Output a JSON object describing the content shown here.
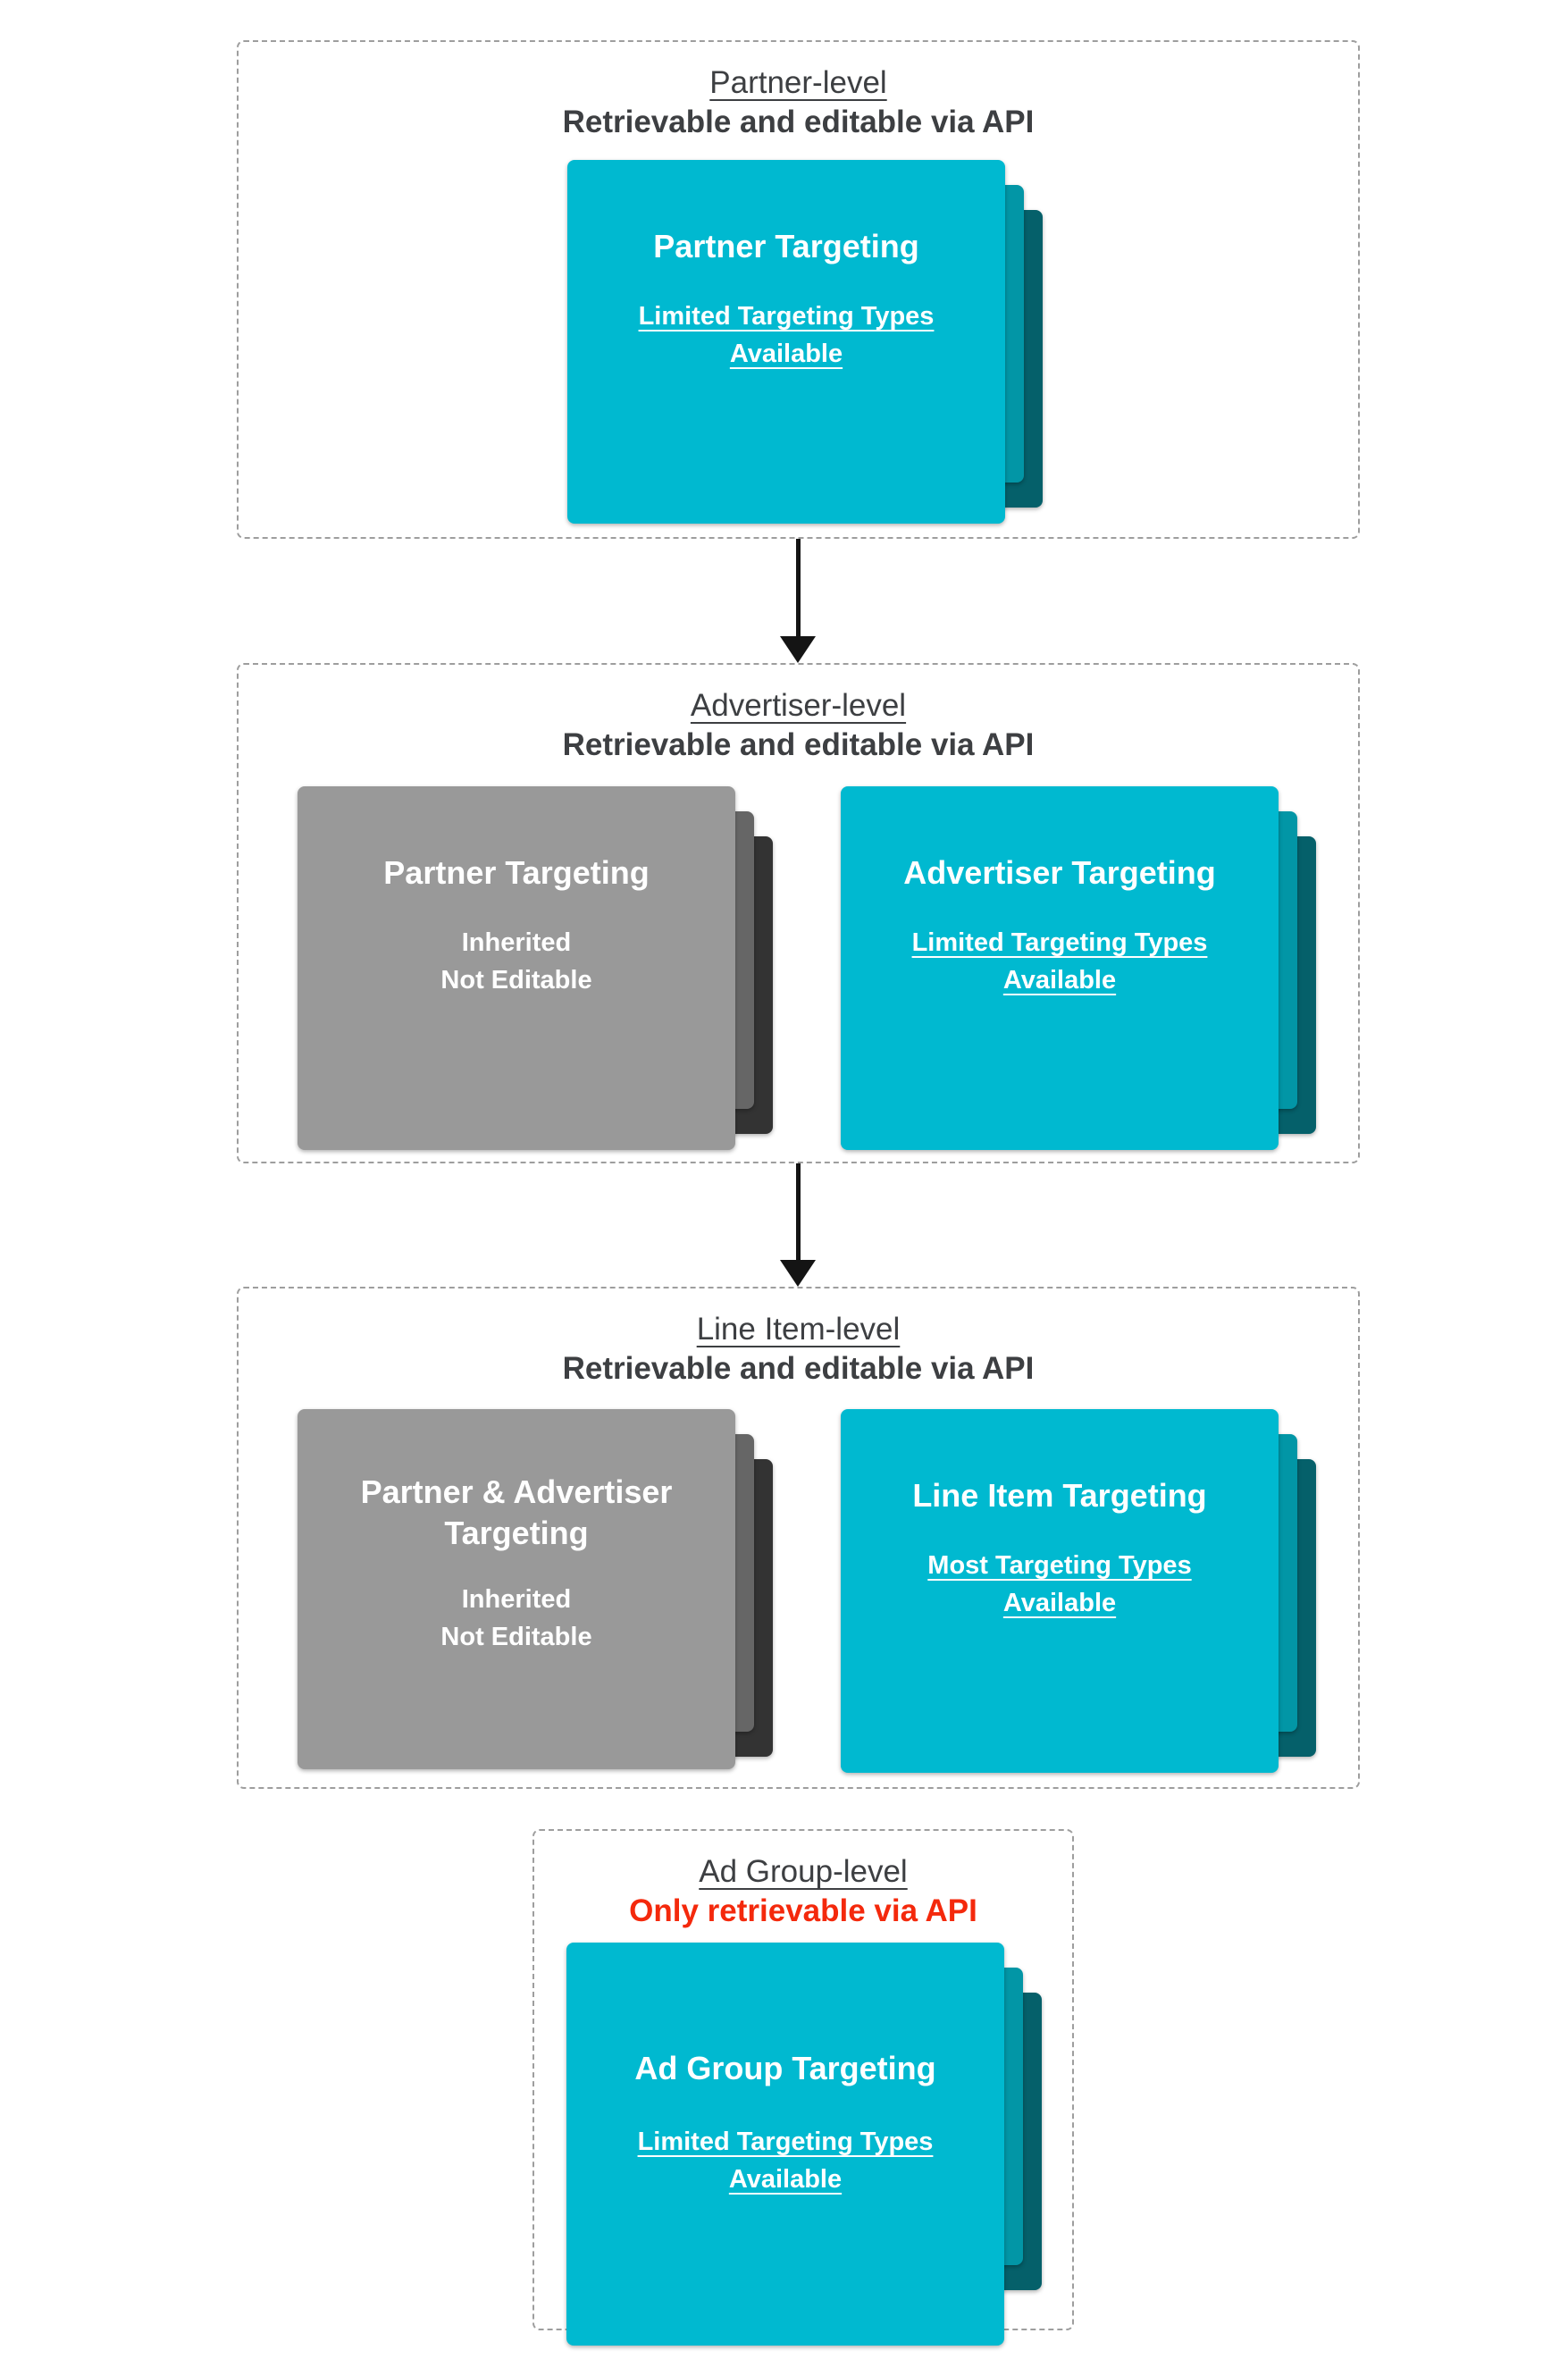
{
  "colors": {
    "teal-front": "#00b9d0",
    "teal-mid": "#0296a6",
    "teal-back": "#05606a",
    "gray-front": "#999999",
    "gray-mid": "#666666",
    "gray-back": "#333333",
    "red": "#f4290c",
    "heading": "#3d3f42",
    "dashed-border": "#9e9e9e"
  },
  "sections": [
    {
      "heading": "Partner-level",
      "subheading": "Retrievable and editable via API",
      "cards": [
        {
          "title": "Partner Targeting",
          "body": "Limited Targeting Types\nAvailable"
        }
      ]
    },
    {
      "heading": "Advertiser-level",
      "subheading": "Retrievable and editable via API",
      "cards": [
        {
          "title": "Partner Targeting",
          "body": "Inherited\nNot Editable"
        },
        {
          "title": "Advertiser Targeting",
          "body": "Limited Targeting Types\nAvailable"
        }
      ]
    },
    {
      "heading": "Line Item-level",
      "subheading": "Retrievable and editable via API",
      "cards": [
        {
          "title": "Partner & Advertiser\nTargeting",
          "body": "Inherited\nNot Editable"
        },
        {
          "title": "Line Item Targeting",
          "body": "Most Targeting Types\nAvailable"
        }
      ]
    },
    {
      "heading": "Ad Group-level",
      "subheading": "Only retrievable via API",
      "cards": [
        {
          "title": "Ad Group Targeting",
          "body": "Limited Targeting Types\nAvailable"
        }
      ]
    }
  ]
}
